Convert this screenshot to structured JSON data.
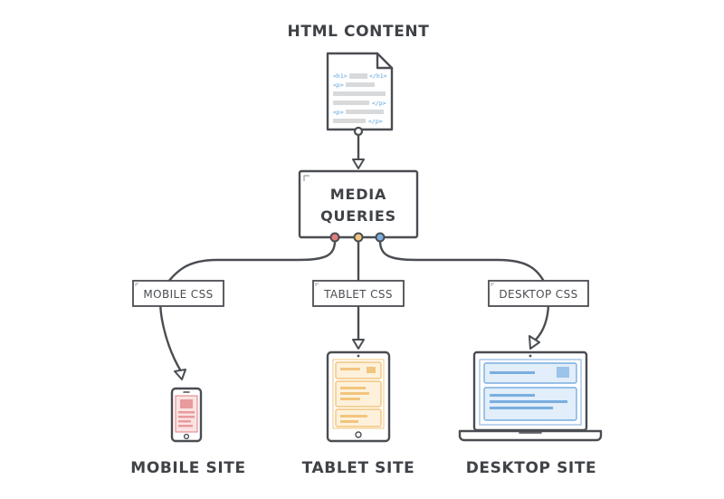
{
  "diagram": {
    "html_content_label": "HTML CONTENT",
    "media_queries_line1": "MEDIA",
    "media_queries_line2": "QUERIES",
    "branches": [
      {
        "label": "MOBILE CSS",
        "site": "MOBILE SITE",
        "dot_color": "#e27d7f"
      },
      {
        "label": "TABLET CSS",
        "site": "TABLET SITE",
        "dot_color": "#f2c57d"
      },
      {
        "label": "DESKTOP CSS",
        "site": "DESKTOP SITE",
        "dot_color": "#7aaee0"
      }
    ],
    "code_tags": {
      "h1_open": "<h1>",
      "h1_close": "</h1>",
      "p_open_1": "<p>",
      "p_close_1": "</p>",
      "p_open_2": "<p>",
      "p_close_2": "</p>"
    }
  }
}
